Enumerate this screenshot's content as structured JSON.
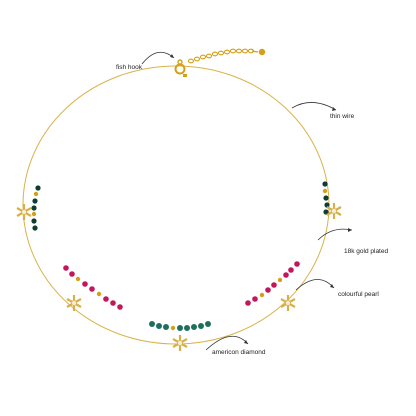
{
  "annotations": {
    "fish_hook": "fish hook",
    "thin_wire": "thin wire",
    "gold_plated": "18k gold plated",
    "colourful_pearl": "colourful  pearl",
    "american_diamond": "americon diamond"
  },
  "colors": {
    "wire": "#d9b24a",
    "gold": "#d4a017",
    "bead_green": "#1f6f5f",
    "bead_dark_green": "#0f3d34",
    "bead_magenta": "#c2185b",
    "charm_gold": "#d8b04a",
    "charm_stone": "#f4ecd8",
    "arrow": "#333333"
  },
  "icons": [
    "clasp-hook-icon",
    "chain-extender-icon",
    "star-charm-icon",
    "bead-icon",
    "arrow-icon"
  ]
}
